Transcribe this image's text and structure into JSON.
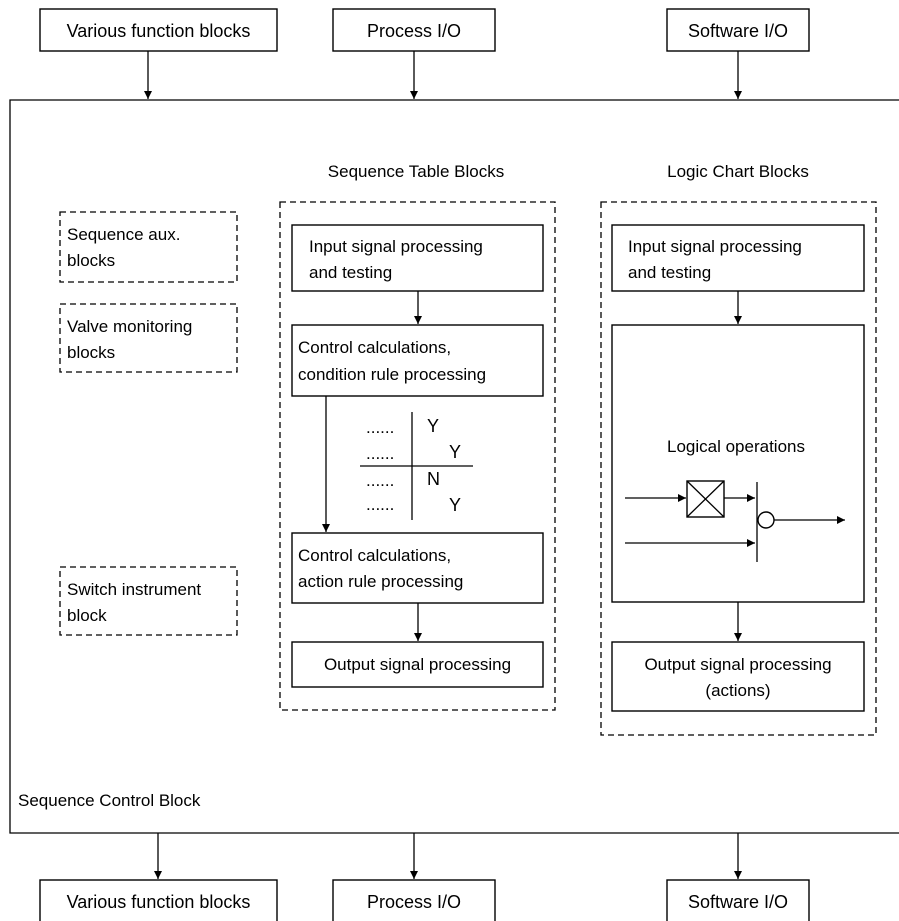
{
  "top_inputs": {
    "various": "Various function blocks",
    "process": "Process I/O",
    "software": "Software I/O"
  },
  "bottom_outputs": {
    "various": "Various function blocks",
    "process": "Process I/O",
    "software": "Software I/O"
  },
  "sequence_control_block": {
    "label": "Sequence Control Block"
  },
  "side_blocks": {
    "seq_aux": [
      "Sequence aux.",
      "blocks"
    ],
    "valve_mon": [
      "Valve monitoring",
      "blocks"
    ],
    "switch_inst": [
      "Switch instrument",
      "block"
    ]
  },
  "sequence_table": {
    "title": "Sequence Table Blocks",
    "input": [
      "Input signal processing",
      "and testing"
    ],
    "condition": [
      "Control calculations,",
      "condition rule processing"
    ],
    "table": {
      "dots": [
        "......",
        "......",
        "......",
        "......"
      ],
      "marks": [
        "Y",
        "Y",
        "N",
        "Y"
      ]
    },
    "action": [
      "Control calculations,",
      "action rule processing"
    ],
    "output": "Output signal processing"
  },
  "logic_chart": {
    "title": "Logic Chart Blocks",
    "input": [
      "Input signal processing",
      "and testing"
    ],
    "logical_ops": "Logical operations",
    "output": [
      "Output signal processing",
      "(actions)"
    ]
  }
}
